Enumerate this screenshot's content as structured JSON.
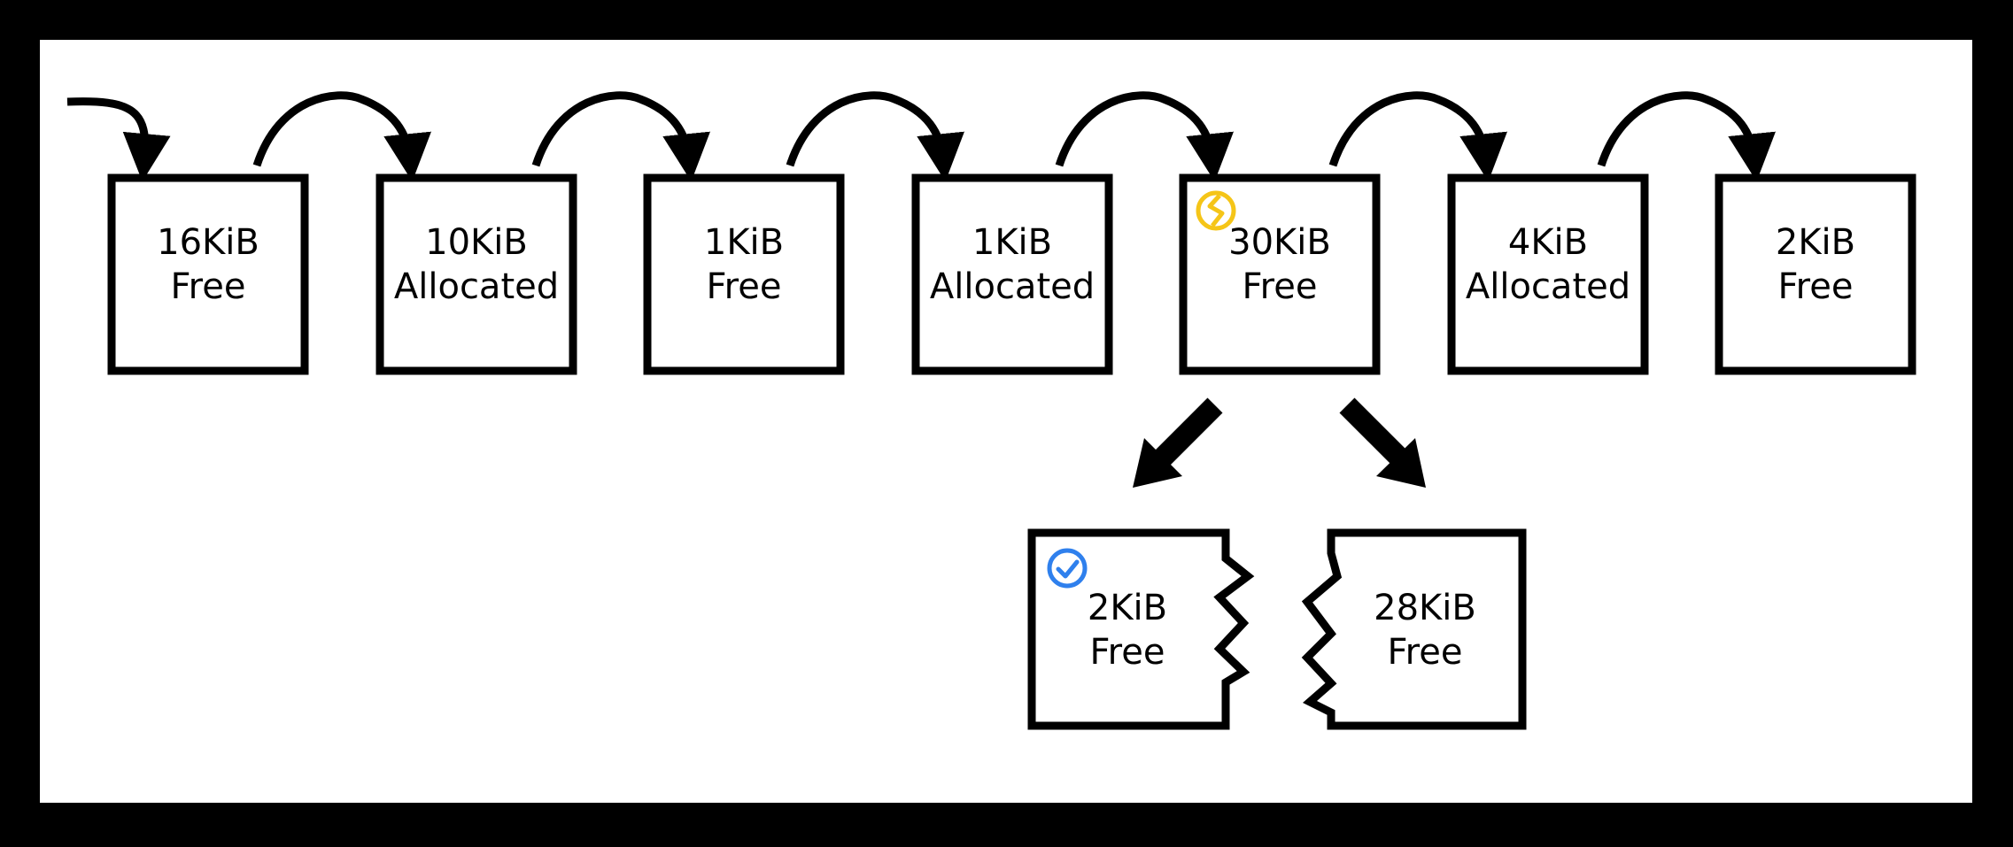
{
  "colors": {
    "frame": "#000000",
    "canvas": "#ffffff",
    "stroke": "#000000",
    "highlight_icon": "#f5c518",
    "check_icon": "#2f80ed"
  },
  "blocks": [
    {
      "size": "16KiB",
      "status": "Free"
    },
    {
      "size": "10KiB",
      "status": "Allocated"
    },
    {
      "size": "1KiB",
      "status": "Free"
    },
    {
      "size": "1KiB",
      "status": "Allocated"
    },
    {
      "size": "30KiB",
      "status": "Free",
      "icon": "torn-split-icon"
    },
    {
      "size": "4KiB",
      "status": "Allocated"
    },
    {
      "size": "2KiB",
      "status": "Free"
    }
  ],
  "split": {
    "source_block_index": 4,
    "pieces": [
      {
        "size": "2KiB",
        "status": "Free",
        "icon": "checkmark-icon"
      },
      {
        "size": "28KiB",
        "status": "Free"
      }
    ]
  }
}
